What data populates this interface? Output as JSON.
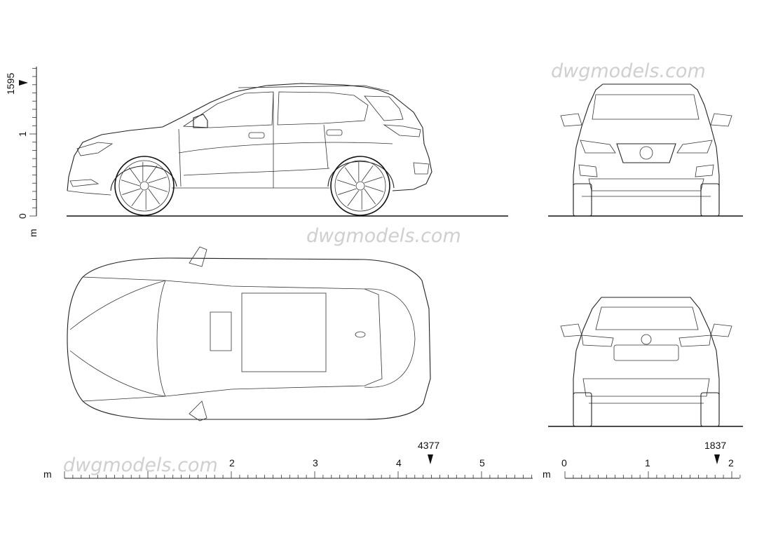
{
  "watermark": "dwgmodels.com",
  "units_label": "m",
  "vertical_scale": {
    "ticks": [
      "0",
      "1"
    ],
    "marker": "1595"
  },
  "length_scale": {
    "ticks": [
      "2",
      "3",
      "4",
      "5"
    ],
    "marker": "4377"
  },
  "width_scale": {
    "ticks": [
      "0",
      "1",
      "2"
    ],
    "marker": "1837"
  },
  "views": [
    "side-view",
    "top-view",
    "front-view",
    "rear-view"
  ]
}
